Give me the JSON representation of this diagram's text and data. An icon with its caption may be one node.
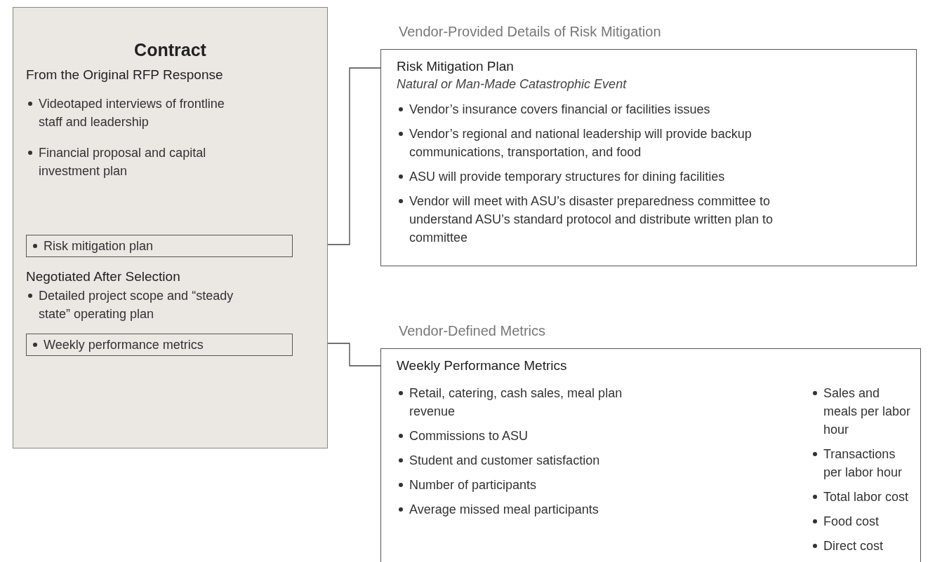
{
  "diagram": {
    "nodes": [
      {
        "text": [
          "Contract",
          "From the Original RFP Response",
          "Videotaped interviews of frontline staff and leadership",
          "Financial proposal and capital investment plan",
          "Negotiated After Selection",
          "Detailed project scope and “steady state” operating plan"
        ]
      },
      {
        "text": [
          "Risk mitigation plan"
        ],
        "in": 0
      },
      {
        "text": [
          "Weekly performance metrics"
        ],
        "in": 0
      },
      {
        "text": [
          "Vendor-Provided Details of Risk Mitigation",
          "Risk Mitigation Plan",
          "Natural or Man-Made Catastrophic Event",
          "Vendor’s insurance covers financial or facilities issues",
          "Vendor’s regional and national leadership will provide backup communications, transportation, and food",
          "ASU will provide temporary structures for dining facilities",
          "Vendor will meet with ASU’s disaster preparedness committee to understand ASU’s standard protocol and distribute written plan to committee"
        ]
      },
      {
        "text": [
          "Vendor-Defined Metrics",
          "Weekly Performance Metrics",
          "Retail, catering, cash sales, meal plan revenue",
          "Commissions to ASU",
          "Student and customer satisfaction",
          "Number of participants",
          "Average missed meal participants",
          "Sales and meals per labor hour",
          "Transactions per labor hour",
          "Total labor cost",
          "Food cost",
          "Direct cost"
        ]
      }
    ],
    "edges": [
      {
        "from": 1,
        "to": 3,
        "arrow": "none"
      },
      {
        "from": 2,
        "to": 4,
        "arrow": "none"
      }
    ]
  }
}
